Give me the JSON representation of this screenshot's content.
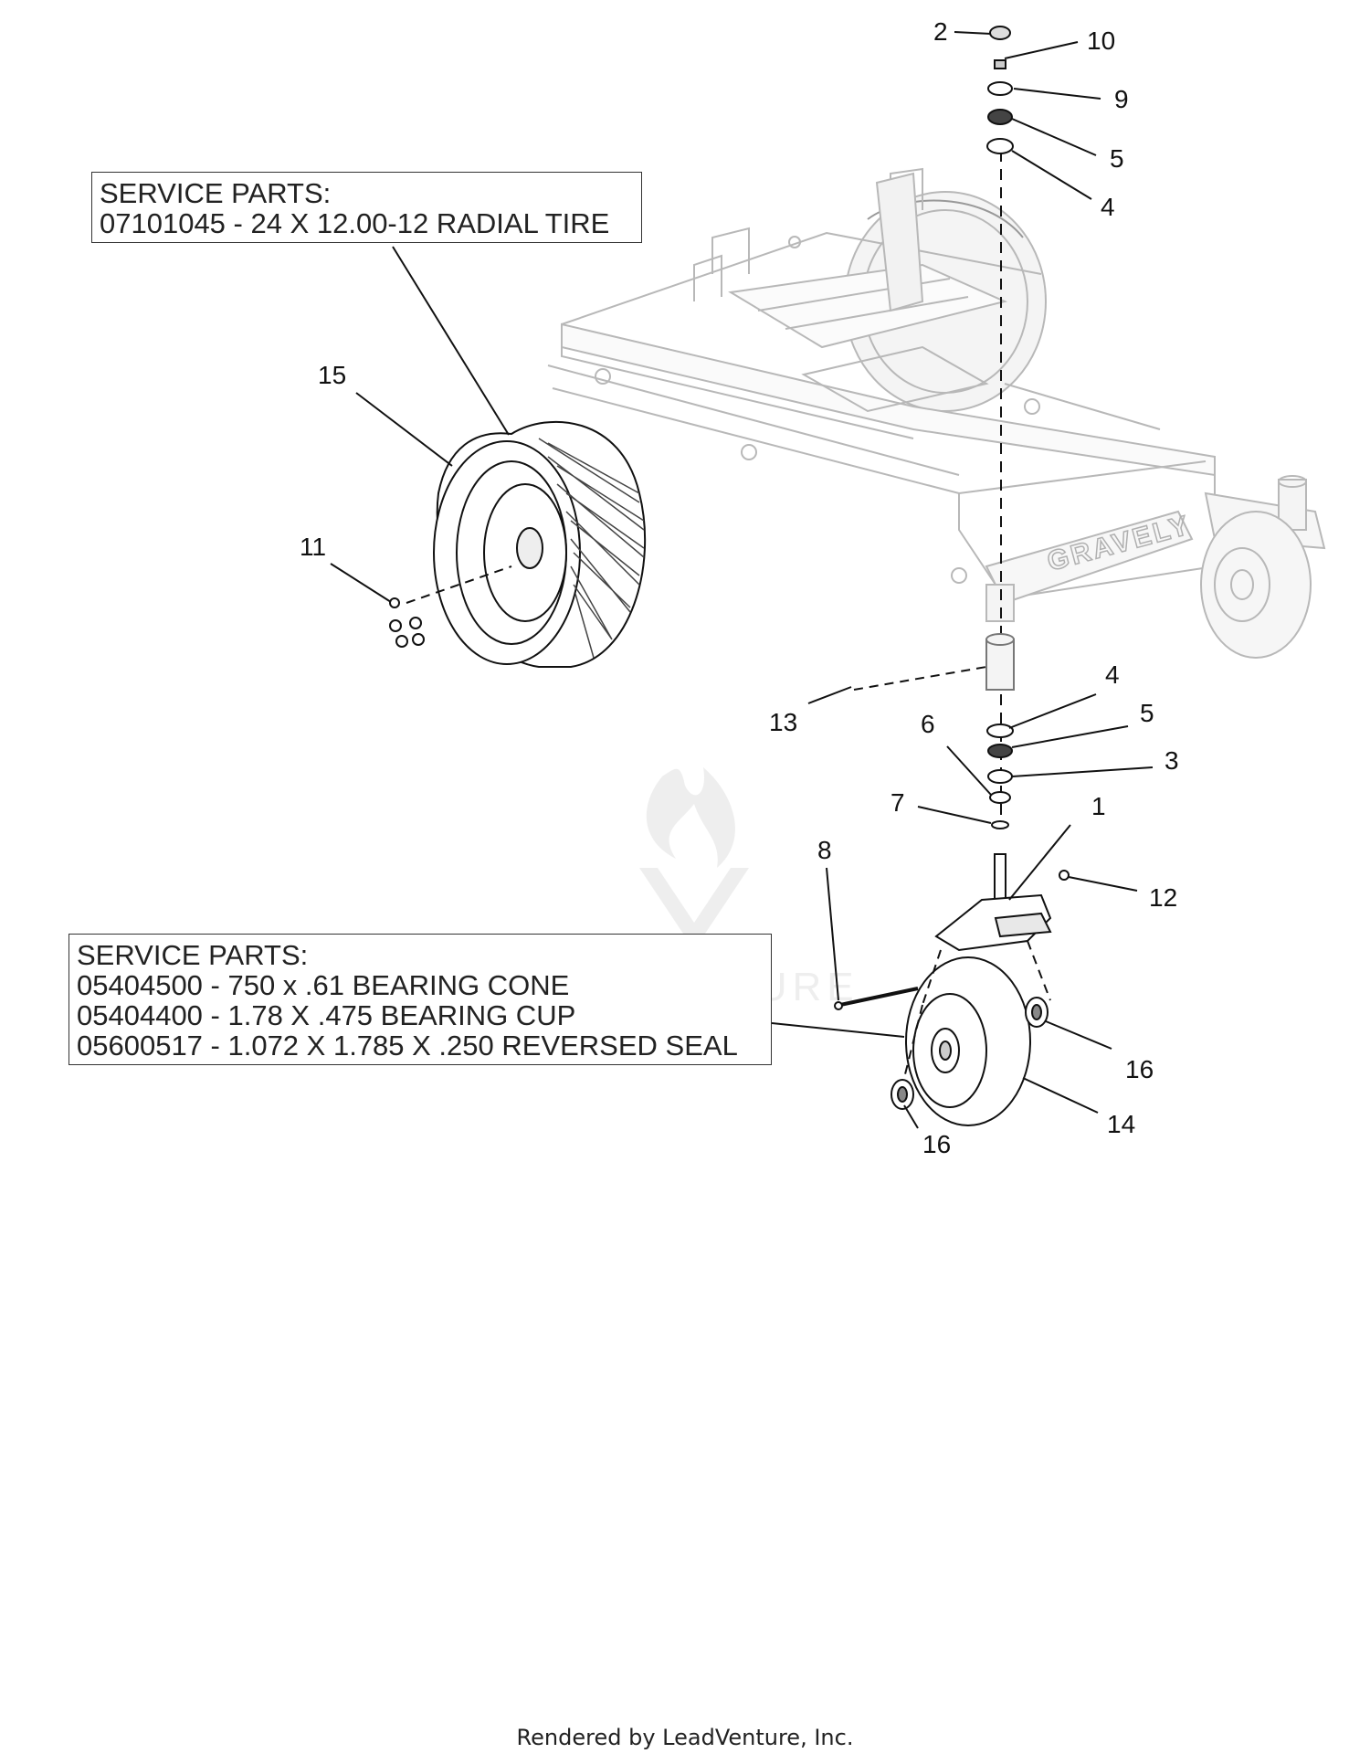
{
  "service_boxes": [
    {
      "heading": "SERVICE PARTS:",
      "lines": [
        "07101045 - 24 X 12.00-12 RADIAL TIRE"
      ]
    },
    {
      "heading": "SERVICE PARTS:",
      "lines": [
        "05404500 - 750 x .61 BEARING CONE",
        "05404400 - 1.78 X .475 BEARING CUP",
        "05600517 - 1.072 X 1.785 X .250 REVERSED SEAL"
      ]
    }
  ],
  "callouts": [
    "2",
    "10",
    "9",
    "5",
    "4",
    "15",
    "11",
    "13",
    "4",
    "5",
    "6",
    "3",
    "7",
    "1",
    "8",
    "12",
    "16",
    "14",
    "16"
  ],
  "brand_text": "GRAVELY",
  "watermark": "LEADVENTURE",
  "footer": "Rendered by LeadVenture, Inc."
}
